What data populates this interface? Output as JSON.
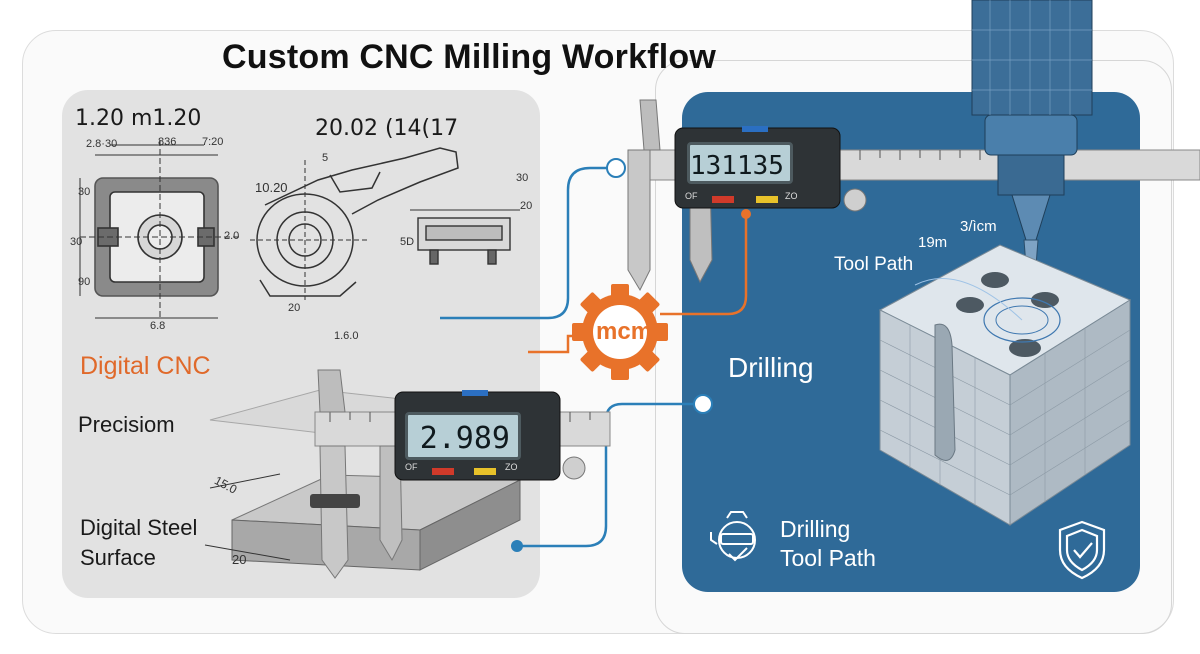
{
  "title": "Custom CNC Milling Workflow",
  "drawing": {
    "header_left": "1.20 m1.20",
    "header_right": "20.02 (14(17",
    "dims": [
      "2.8·30",
      "836",
      "7:20",
      "10.20",
      "30",
      "30",
      "2.0",
      "6.8",
      "20",
      "1.6.0",
      "5",
      "20",
      "5D",
      "90",
      "30"
    ]
  },
  "calipers": {
    "top_reading": "131135",
    "bottom_reading": "2.989",
    "off_label": "OF",
    "zero_label": "ZO"
  },
  "gear_logo": "mcm",
  "left_labels": {
    "digital_cnc": "Digital CNC",
    "precision": "Precisiom",
    "surface_line1": "Digital Steel",
    "surface_line2": "Surface",
    "dim_15": "15.0",
    "dim_20": "20"
  },
  "right_labels": {
    "drilling": "Drilling",
    "tool_path": "Tool Path",
    "dim_a": "3/ìcm",
    "dim_b": "19m",
    "footer_line1": "Drilling",
    "footer_line2": "Tool Path"
  },
  "icons": [
    "gear-check-icon",
    "shield-check-icon",
    "gear-logo-icon"
  ],
  "colors": {
    "accent_orange": "#e8722a",
    "panel_blue": "#2f6a98",
    "connector_blue": "#2b7fb8",
    "panel_gray": "#e2e2e2"
  }
}
